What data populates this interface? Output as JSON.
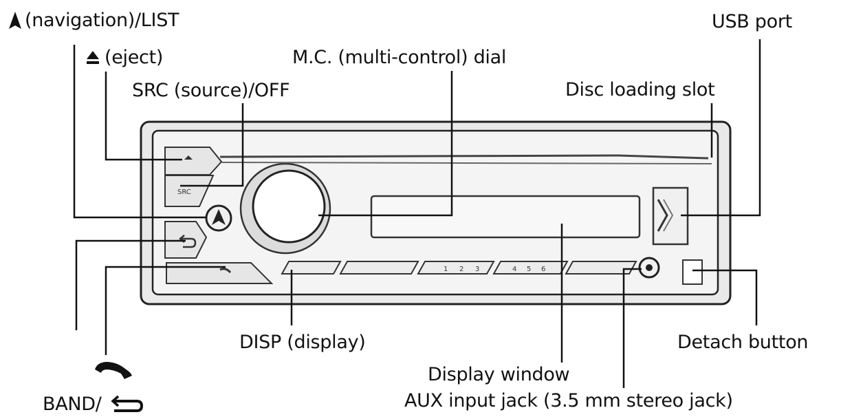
{
  "labels": {
    "navigation_list": "(navigation)/LIST",
    "eject": "(eject)",
    "mc_dial": "M.C. (multi-control) dial",
    "usb_port": "USB port",
    "src_off": "SRC (source)/OFF",
    "disc_slot": "Disc loading slot",
    "disp": "DISP (display)",
    "detach": "Detach button",
    "display_window": "Display window",
    "aux_jack": "AUX input jack (3.5 mm stereo jack)",
    "band": "BAND/"
  },
  "panel_text": {
    "src_button": "SRC",
    "preset_1": "1",
    "preset_2": "2",
    "preset_3": "3",
    "preset_4": "4",
    "preset_5": "5",
    "preset_6": "6"
  },
  "icons": {
    "up_arrow": "triangle-up-icon",
    "eject": "eject-icon",
    "phone": "phone-icon",
    "back": "back-arrow-icon"
  }
}
